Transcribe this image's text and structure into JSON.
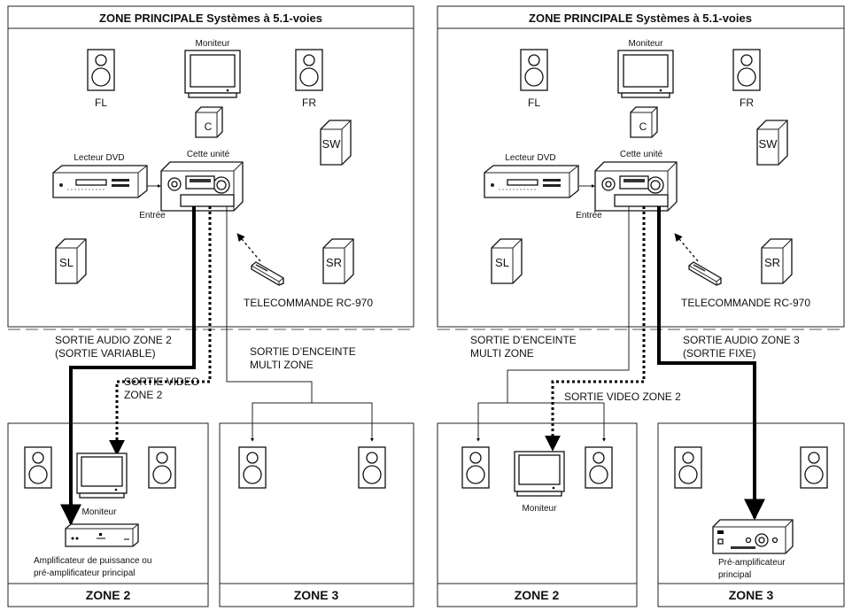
{
  "left": {
    "main_title": "ZONE PRINCIPALE Systèmes à 5.1-voies",
    "monitor": "Moniteur",
    "fl": "FL",
    "fr": "FR",
    "c": "C",
    "sw": "SW",
    "sl": "SL",
    "sr": "SR",
    "dvd": "Lecteur DVD",
    "unit": "Cette unité",
    "entree": "Entrée",
    "remote": "TELECOMMANDE RC-970",
    "audio_out_1": "SORTIE AUDIO ZONE 2",
    "audio_out_2": "(SORTIE VARIABLE)",
    "video_out_1": "SORTIE VIDEO",
    "video_out_2": "ZONE 2",
    "speaker_out_1": "SORTIE D’ENCEINTE",
    "speaker_out_2": "MULTI ZONE",
    "zone_a_monitor": "Moniteur",
    "amp_1": "Amplificateur de puissance ou",
    "amp_2": "pré-amplificateur principal",
    "zone_a": "ZONE 2",
    "zone_b": "ZONE 3"
  },
  "right": {
    "main_title": "ZONE PRINCIPALE Systèmes à 5.1-voies",
    "monitor": "Moniteur",
    "fl": "FL",
    "fr": "FR",
    "c": "C",
    "sw": "SW",
    "sl": "SL",
    "sr": "SR",
    "dvd": "Lecteur DVD",
    "unit": "Cette unité",
    "entree": "Entrée",
    "remote": "TELECOMMANDE RC-970",
    "speaker_out_1": "SORTIE D’ENCEINTE",
    "speaker_out_2": "MULTI ZONE",
    "video_out": "SORTIE VIDEO ZONE 2",
    "audio_out_1": "SORTIE AUDIO ZONE 3",
    "audio_out_2": "(SORTIE FIXE)",
    "zone_a_monitor": "Moniteur",
    "preamp_1": "Pré-amplificateur",
    "preamp_2": "principal",
    "zone_a": "ZONE 2",
    "zone_b": "ZONE 3"
  }
}
